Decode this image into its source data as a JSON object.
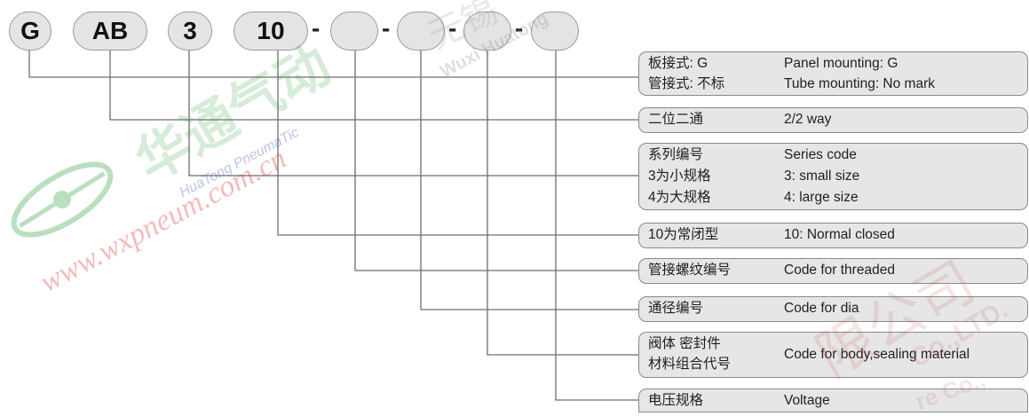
{
  "codes": [
    "G",
    "AB",
    "3",
    "10"
  ],
  "separators": [
    "-",
    "-",
    "-",
    "-"
  ],
  "entries": [
    {
      "rows": [
        {
          "cn": "板接式: G",
          "en": "Panel mounting: G"
        },
        {
          "cn": "管接式: 不标",
          "en": "Tube mounting: No mark"
        }
      ]
    },
    {
      "rows": [
        {
          "cn": "二位二通",
          "en": "2/2 way"
        }
      ]
    },
    {
      "rows": [
        {
          "cn": "系列编号",
          "en": "Series code"
        },
        {
          "cn": "3为小规格",
          "en": "3: small size"
        },
        {
          "cn": "4为大规格",
          "en": "4: large size"
        }
      ]
    },
    {
      "rows": [
        {
          "cn": "10为常闭型",
          "en": "10: Normal closed"
        }
      ]
    },
    {
      "rows": [
        {
          "cn": "管接螺纹编号",
          "en": "Code for threaded"
        }
      ]
    },
    {
      "rows": [
        {
          "cn": "通径编号",
          "en": "Code for dia"
        }
      ]
    },
    {
      "rows": [
        {
          "cn": "阀体  密封件",
          "en": "Code for body,sealing material"
        },
        {
          "cn": "材料组合代号",
          "en": ""
        }
      ]
    },
    {
      "rows": [
        {
          "cn": "电压规格",
          "en": "Voltage"
        }
      ]
    }
  ],
  "watermark": {
    "company_cn": "华通气动",
    "brand": "HuaTong PneumaTic",
    "url": "www.wxpneum.com.cn",
    "wuxi": "Wuxi Huatong",
    "company_cn_2": "无锡",
    "limited_cn": "限公司",
    "limited_en": "Co.,LTD.",
    "manufacture": "re Co.,"
  }
}
